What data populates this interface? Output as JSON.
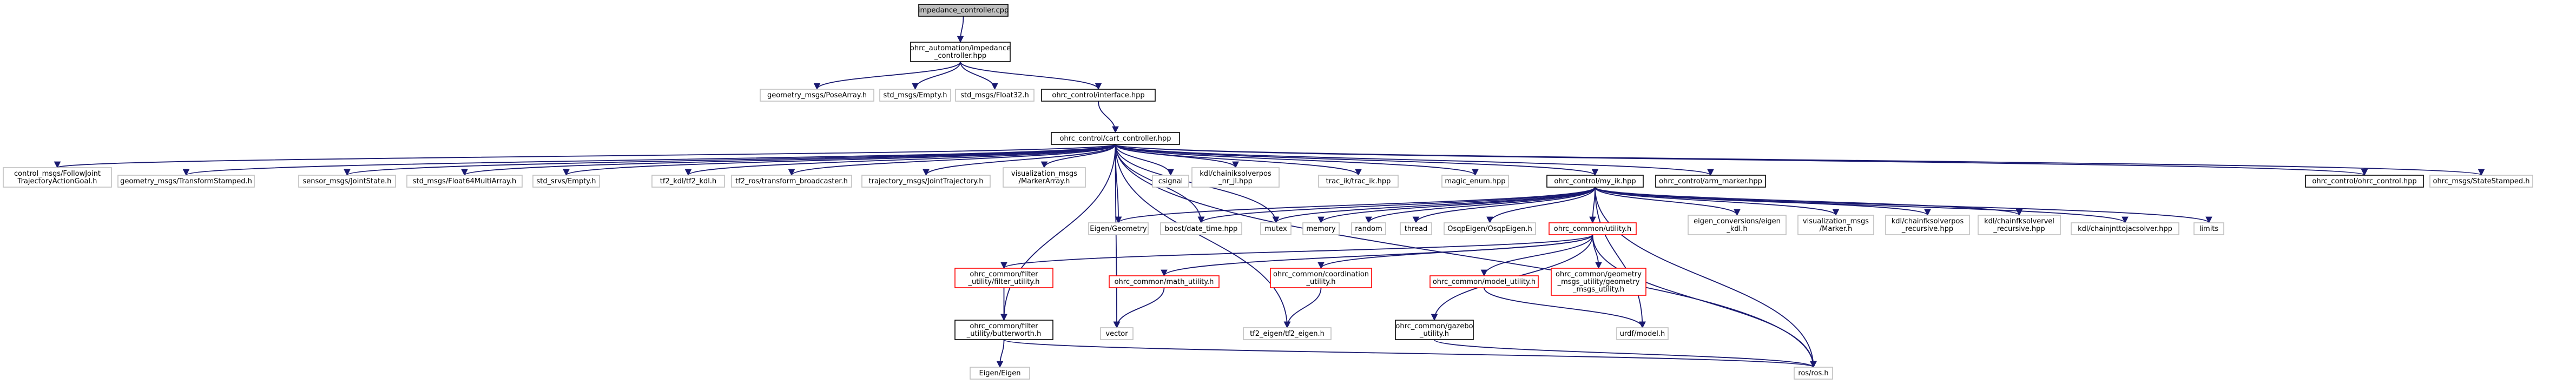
{
  "graph": {
    "colors": {
      "edge": "#191970",
      "node_text": "#000000",
      "default_fill": "#ffffff",
      "border_black": "#000000",
      "border_gray": "#bfbfbf",
      "border_red": "#ff0000",
      "root_fill": "#bfbfbf"
    },
    "nodes": [
      {
        "id": "root",
        "lines": [
          "impedance_controller.cpp"
        ],
        "style": "root"
      },
      {
        "id": "imp_hpp",
        "lines": [
          "ohrc_automation/impedance",
          "_controller.hpp"
        ],
        "style": "black"
      },
      {
        "id": "posearray",
        "lines": [
          "geometry_msgs/PoseArray.h"
        ],
        "style": "gray"
      },
      {
        "id": "empty_std",
        "lines": [
          "std_msgs/Empty.h"
        ],
        "style": "gray"
      },
      {
        "id": "float32",
        "lines": [
          "std_msgs/Float32.h"
        ],
        "style": "gray"
      },
      {
        "id": "interface",
        "lines": [
          "ohrc_control/interface.hpp"
        ],
        "style": "black"
      },
      {
        "id": "cart",
        "lines": [
          "ohrc_control/cart_controller.hpp"
        ],
        "style": "black"
      },
      {
        "id": "followjoint",
        "lines": [
          "control_msgs/FollowJoint",
          "TrajectoryActionGoal.h"
        ],
        "style": "gray"
      },
      {
        "id": "tfstamped",
        "lines": [
          "geometry_msgs/TransformStamped.h"
        ],
        "style": "gray"
      },
      {
        "id": "jointstate",
        "lines": [
          "sensor_msgs/JointState.h"
        ],
        "style": "gray"
      },
      {
        "id": "f64multi",
        "lines": [
          "std_msgs/Float64MultiArray.h"
        ],
        "style": "gray"
      },
      {
        "id": "std_srvs",
        "lines": [
          "std_srvs/Empty.h"
        ],
        "style": "gray"
      },
      {
        "id": "tf2kdl",
        "lines": [
          "tf2_kdl/tf2_kdl.h"
        ],
        "style": "gray"
      },
      {
        "id": "tfbroad",
        "lines": [
          "tf2_ros/transform_broadcaster.h"
        ],
        "style": "gray"
      },
      {
        "id": "jtraj",
        "lines": [
          "trajectory_msgs/JointTrajectory.h"
        ],
        "style": "gray"
      },
      {
        "id": "markerarray",
        "lines": [
          "visualization_msgs",
          "/MarkerArray.h"
        ],
        "style": "gray"
      },
      {
        "id": "csignal",
        "lines": [
          "csignal"
        ],
        "style": "gray"
      },
      {
        "id": "chainiksolver",
        "lines": [
          "kdl/chainiksolverpos",
          "_nr_jl.hpp"
        ],
        "style": "gray"
      },
      {
        "id": "trac",
        "lines": [
          "trac_ik/trac_ik.hpp"
        ],
        "style": "gray"
      },
      {
        "id": "magic",
        "lines": [
          "magic_enum.hpp"
        ],
        "style": "gray"
      },
      {
        "id": "mylib",
        "lines": [
          "ohrc_control/my_ik.hpp"
        ],
        "style": "black"
      },
      {
        "id": "armmarker",
        "lines": [
          "ohrc_control/arm_marker.hpp"
        ],
        "style": "black"
      },
      {
        "id": "ohrccontrol",
        "lines": [
          "ohrc_control/ohrc_control.hpp"
        ],
        "style": "black"
      },
      {
        "id": "statestamped",
        "lines": [
          "ohrc_msgs/StateStamped.h"
        ],
        "style": "gray"
      },
      {
        "id": "eigengeom",
        "lines": [
          "Eigen/Geometry"
        ],
        "style": "gray"
      },
      {
        "id": "datetime",
        "lines": [
          "boost/date_time.hpp"
        ],
        "style": "gray"
      },
      {
        "id": "mutex",
        "lines": [
          "mutex"
        ],
        "style": "gray"
      },
      {
        "id": "memory",
        "lines": [
          "memory"
        ],
        "style": "gray"
      },
      {
        "id": "random",
        "lines": [
          "random"
        ],
        "style": "gray"
      },
      {
        "id": "thread",
        "lines": [
          "thread"
        ],
        "style": "gray"
      },
      {
        "id": "osqpeigen",
        "lines": [
          "OsqpEigen/OsqpEigen.h"
        ],
        "style": "gray"
      },
      {
        "id": "utility",
        "lines": [
          "ohrc_common/utility.h"
        ],
        "style": "red"
      },
      {
        "id": "eigenkdl",
        "lines": [
          "eigen_conversions/eigen",
          "_kdl.h"
        ],
        "style": "gray"
      },
      {
        "id": "marker",
        "lines": [
          "visualization_msgs",
          "/Marker.h"
        ],
        "style": "gray"
      },
      {
        "id": "fksolverpos",
        "lines": [
          "kdl/chainfksolverpos",
          "_recursive.hpp"
        ],
        "style": "gray"
      },
      {
        "id": "fksolvervel",
        "lines": [
          "kdl/chainfksolvervel",
          "_recursive.hpp"
        ],
        "style": "gray"
      },
      {
        "id": "jnttojac",
        "lines": [
          "kdl/chainjnttojacsolver.hpp"
        ],
        "style": "gray"
      },
      {
        "id": "limits",
        "lines": [
          "limits"
        ],
        "style": "gray"
      },
      {
        "id": "filterutil",
        "lines": [
          "ohrc_common/filter",
          "_utility/filter_utility.h"
        ],
        "style": "red"
      },
      {
        "id": "mathutil",
        "lines": [
          "ohrc_common/math_utility.h"
        ],
        "style": "red"
      },
      {
        "id": "coordutil",
        "lines": [
          "ohrc_common/coordination",
          "_utility.h"
        ],
        "style": "red"
      },
      {
        "id": "modelutil",
        "lines": [
          "ohrc_common/model_utility.h"
        ],
        "style": "red"
      },
      {
        "id": "geomutil",
        "lines": [
          "ohrc_common/geometry",
          "_msgs_utility/geometry",
          "_msgs_utility.h"
        ],
        "style": "red"
      },
      {
        "id": "gazebo",
        "lines": [
          "ohrc_common/gazebo",
          "_utility.h"
        ],
        "style": "black"
      },
      {
        "id": "butterworth",
        "lines": [
          "ohrc_common/filter",
          "_utility/butterworth.h"
        ],
        "style": "black"
      },
      {
        "id": "vector",
        "lines": [
          "vector"
        ],
        "style": "gray"
      },
      {
        "id": "tf2eigen",
        "lines": [
          "tf2_eigen/tf2_eigen.h"
        ],
        "style": "gray"
      },
      {
        "id": "urdf",
        "lines": [
          "urdf/model.h"
        ],
        "style": "gray"
      },
      {
        "id": "eigen",
        "lines": [
          "Eigen/Eigen"
        ],
        "style": "gray"
      },
      {
        "id": "rosros",
        "lines": [
          "ros/ros.h"
        ],
        "style": "gray"
      }
    ],
    "edges": [
      [
        "root",
        "imp_hpp"
      ],
      [
        "imp_hpp",
        "posearray"
      ],
      [
        "imp_hpp",
        "empty_std"
      ],
      [
        "imp_hpp",
        "float32"
      ],
      [
        "imp_hpp",
        "interface"
      ],
      [
        "interface",
        "cart"
      ],
      [
        "cart",
        "followjoint"
      ],
      [
        "cart",
        "tfstamped"
      ],
      [
        "cart",
        "jointstate"
      ],
      [
        "cart",
        "f64multi"
      ],
      [
        "cart",
        "std_srvs"
      ],
      [
        "cart",
        "tf2kdl"
      ],
      [
        "cart",
        "tfbroad"
      ],
      [
        "cart",
        "jtraj"
      ],
      [
        "cart",
        "markerarray"
      ],
      [
        "cart",
        "csignal"
      ],
      [
        "cart",
        "chainiksolver"
      ],
      [
        "cart",
        "trac"
      ],
      [
        "cart",
        "magic"
      ],
      [
        "cart",
        "mylib"
      ],
      [
        "cart",
        "armmarker"
      ],
      [
        "cart",
        "ohrccontrol"
      ],
      [
        "cart",
        "statestamped"
      ],
      [
        "cart",
        "eigengeom"
      ],
      [
        "cart",
        "datetime"
      ],
      [
        "cart",
        "mutex"
      ],
      [
        "cart",
        "butterworth"
      ],
      [
        "cart",
        "vector"
      ],
      [
        "cart",
        "tf2eigen"
      ],
      [
        "cart",
        "rosros"
      ],
      [
        "mylib",
        "eigengeom"
      ],
      [
        "mylib",
        "datetime"
      ],
      [
        "mylib",
        "mutex"
      ],
      [
        "mylib",
        "memory"
      ],
      [
        "mylib",
        "random"
      ],
      [
        "mylib",
        "thread"
      ],
      [
        "mylib",
        "osqpeigen"
      ],
      [
        "mylib",
        "utility"
      ],
      [
        "mylib",
        "eigenkdl"
      ],
      [
        "mylib",
        "marker"
      ],
      [
        "mylib",
        "fksolverpos"
      ],
      [
        "mylib",
        "fksolvervel"
      ],
      [
        "mylib",
        "jnttojac"
      ],
      [
        "mylib",
        "limits"
      ],
      [
        "mylib",
        "urdf"
      ],
      [
        "mylib",
        "rosros"
      ],
      [
        "utility",
        "filterutil"
      ],
      [
        "utility",
        "mathutil"
      ],
      [
        "utility",
        "coordutil"
      ],
      [
        "utility",
        "modelutil"
      ],
      [
        "utility",
        "geomutil"
      ],
      [
        "utility",
        "gazebo"
      ],
      [
        "utility",
        "rosros"
      ],
      [
        "filterutil",
        "butterworth"
      ],
      [
        "mathutil",
        "vector"
      ],
      [
        "coordutil",
        "tf2eigen"
      ],
      [
        "modelutil",
        "urdf"
      ],
      [
        "gazebo",
        "rosros"
      ],
      [
        "butterworth",
        "eigen"
      ],
      [
        "butterworth",
        "rosros"
      ]
    ]
  }
}
